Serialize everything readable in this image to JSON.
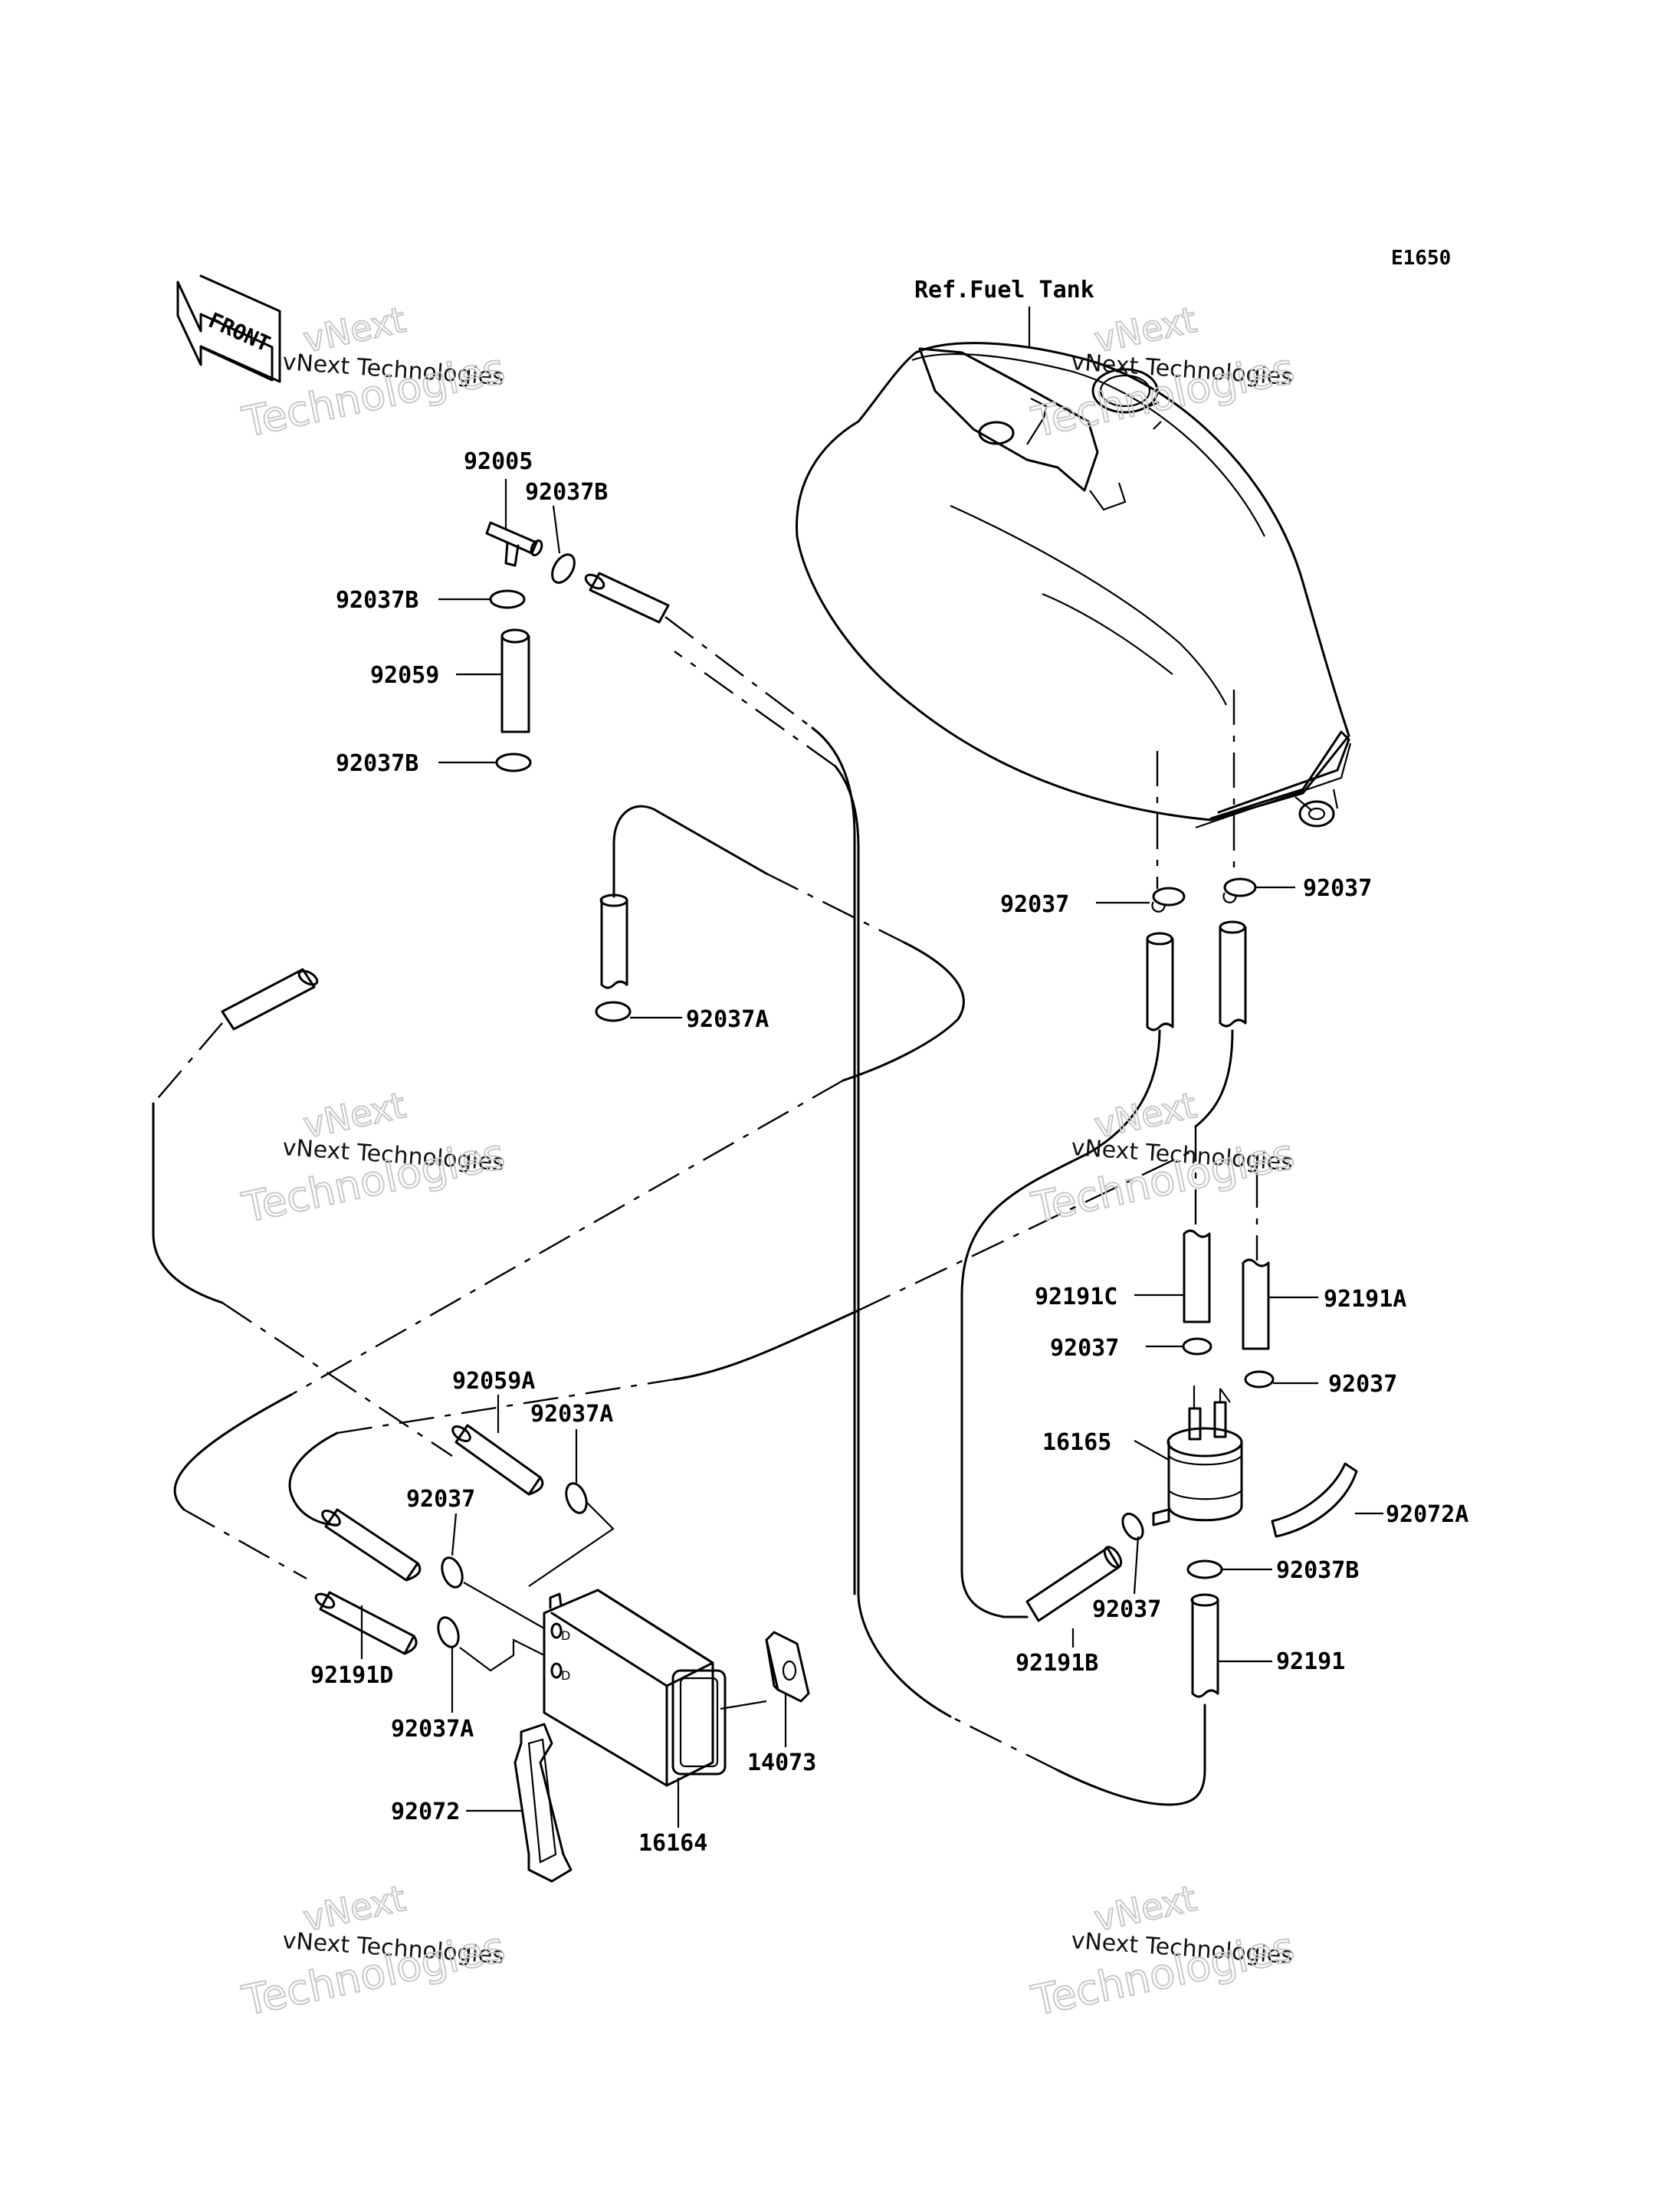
{
  "diagram": {
    "code": "E1650",
    "ref_label": "Ref.Fuel Tank",
    "front_label": "FRONT"
  },
  "labels": [
    {
      "id": "92005",
      "text": "92005"
    },
    {
      "id": "92037B-top",
      "text": "92037B"
    },
    {
      "id": "92037B-mid",
      "text": "92037B"
    },
    {
      "id": "92059",
      "text": "92059"
    },
    {
      "id": "92037B-low",
      "text": "92037B"
    },
    {
      "id": "92037-left",
      "text": "92037"
    },
    {
      "id": "92037-right",
      "text": "92037"
    },
    {
      "id": "92037A-upper",
      "text": "92037A"
    },
    {
      "id": "92191C",
      "text": "92191C"
    },
    {
      "id": "92191A",
      "text": "92191A"
    },
    {
      "id": "92037-c",
      "text": "92037"
    },
    {
      "id": "92037-d",
      "text": "92037"
    },
    {
      "id": "16165",
      "text": "16165"
    },
    {
      "id": "92072A",
      "text": "92072A"
    },
    {
      "id": "92037B-pump",
      "text": "92037B"
    },
    {
      "id": "92037-pump",
      "text": "92037"
    },
    {
      "id": "92191B",
      "text": "92191B"
    },
    {
      "id": "92191",
      "text": "92191"
    },
    {
      "id": "92059A",
      "text": "92059A"
    },
    {
      "id": "92037A-canister",
      "text": "92037A"
    },
    {
      "id": "92037-canister",
      "text": "92037"
    },
    {
      "id": "92191D",
      "text": "92191D"
    },
    {
      "id": "92037A-lower",
      "text": "92037A"
    },
    {
      "id": "14073",
      "text": "14073"
    },
    {
      "id": "92072",
      "text": "92072"
    },
    {
      "id": "16164",
      "text": "16164"
    }
  ],
  "watermark": {
    "company": "vNext Technologies",
    "brand": "vNext",
    "word": "Technologies"
  }
}
